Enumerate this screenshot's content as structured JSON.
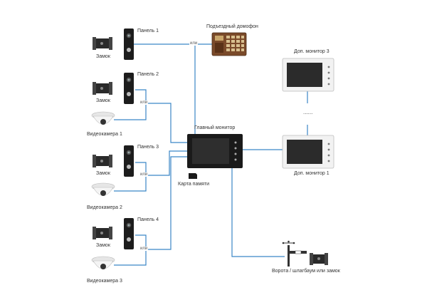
{
  "colors": {
    "wire": "#3b86c6",
    "device_dark": "#1c1c1c",
    "intercom_brown": "#7a4a2a"
  },
  "labels": {
    "panel1": "Панель 1",
    "panel2": "Панель 2",
    "panel3": "Панель 3",
    "panel4": "Панель 4",
    "lock1": "Замок",
    "lock2": "Замок",
    "lock3": "Замок",
    "lock4": "Замок",
    "camera1": "Видеокамера 1",
    "camera2": "Видеокамера 2",
    "camera3": "Видеокамера 3",
    "intercom": "Подъездный домофон",
    "main_monitor": "Главный монитор",
    "memory_card": "Карта памяти",
    "ext_monitor1": "Доп. монитор 1",
    "ext_monitor3": "Доп. монитор 3",
    "gate": "Ворота / шлагбаум или замок",
    "or": "или",
    "dots": "......"
  },
  "icons": [
    "lock-icon",
    "call-panel-icon",
    "dome-camera-icon",
    "intercom-keypad-icon",
    "monitor-icon",
    "sd-card-icon",
    "barrier-gate-icon"
  ]
}
